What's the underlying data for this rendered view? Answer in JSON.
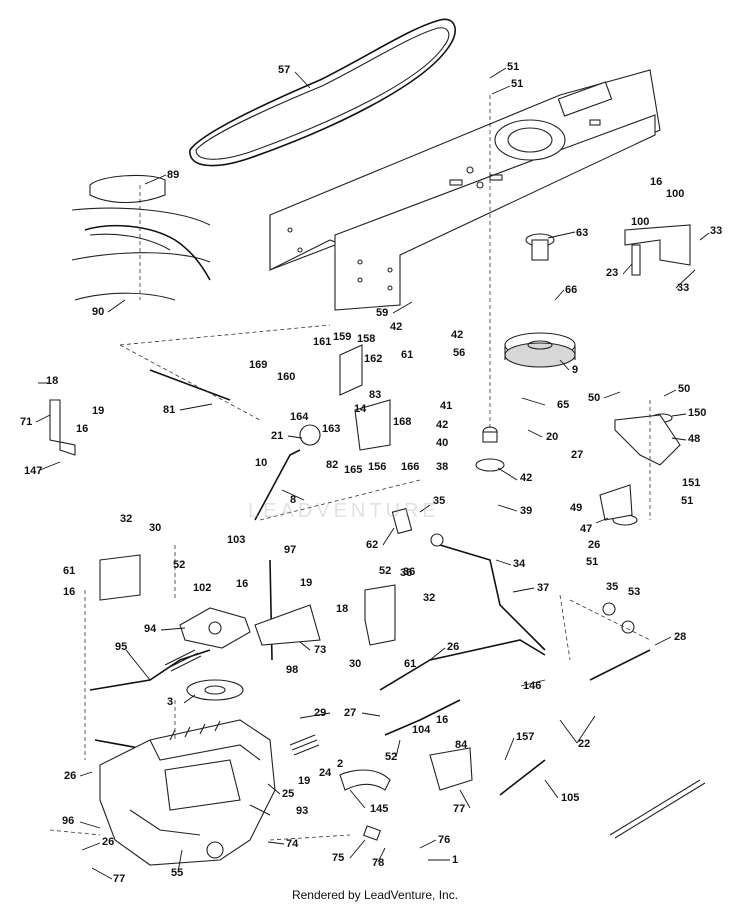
{
  "footer_text": "Rendered by LeadVenture, Inc.",
  "watermark_text": "LEADVENTURE",
  "part_labels": [
    "57",
    "51",
    "51",
    "89",
    "63",
    "16",
    "100",
    "100",
    "33",
    "23",
    "33",
    "66",
    "59",
    "42",
    "61",
    "42",
    "56",
    "9",
    "90",
    "161",
    "159",
    "158",
    "169",
    "162",
    "160",
    "83",
    "14",
    "164",
    "81",
    "18",
    "71",
    "19",
    "16",
    "147",
    "21",
    "163",
    "168",
    "82",
    "165",
    "156",
    "166",
    "10",
    "8",
    "41",
    "42",
    "40",
    "38",
    "42",
    "39",
    "65",
    "20",
    "50",
    "50",
    "150",
    "48",
    "27",
    "151",
    "51",
    "49",
    "47",
    "26",
    "51",
    "35",
    "62",
    "32",
    "30",
    "52",
    "61",
    "16",
    "103",
    "102",
    "97",
    "16",
    "19",
    "94",
    "18",
    "73",
    "98",
    "95",
    "3",
    "36",
    "34",
    "52",
    "32",
    "30",
    "61",
    "37",
    "36",
    "35",
    "53",
    "28",
    "26",
    "146",
    "29",
    "27",
    "22",
    "52",
    "16",
    "104",
    "84",
    "157",
    "105",
    "77",
    "26",
    "25",
    "19",
    "24",
    "2",
    "93",
    "145",
    "96",
    "26",
    "77",
    "74",
    "75",
    "78",
    "76",
    "1",
    "55"
  ]
}
